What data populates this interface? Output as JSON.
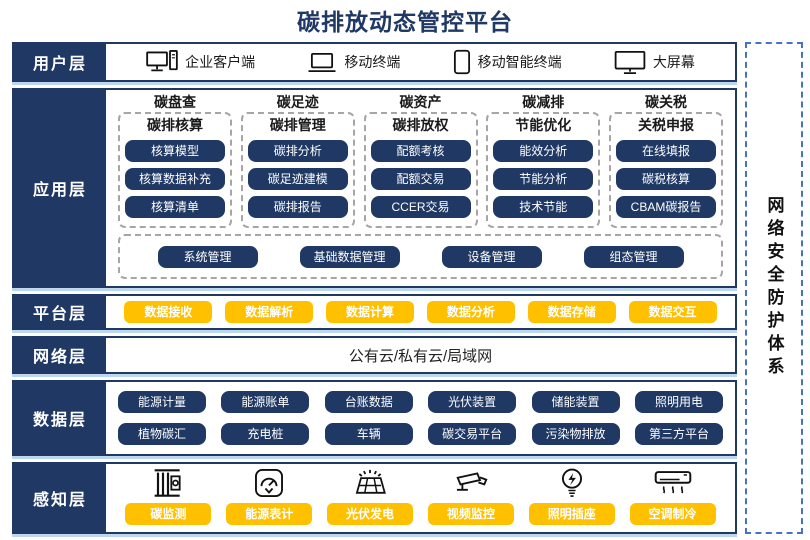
{
  "title": "碳排放动态管控平台",
  "colors": {
    "navy": "#1F3864",
    "orange": "#FFC000",
    "shadow": "#BDD7EE",
    "dash": "#A6A6A6",
    "panel_dash": "#4472C4"
  },
  "security_panel": {
    "label": "网络安全防护体系"
  },
  "layers": {
    "user": {
      "label": "用户层",
      "items": [
        {
          "icon": "desktop-tower-icon",
          "label": "企业客户端"
        },
        {
          "icon": "laptop-icon",
          "label": "移动终端"
        },
        {
          "icon": "tablet-icon",
          "label": "移动智能终端"
        },
        {
          "icon": "screen-icon",
          "label": "大屏幕"
        }
      ]
    },
    "app": {
      "label": "应用层",
      "columns": [
        {
          "header": "碳盘查",
          "subtitle": "碳排核算",
          "buttons": [
            "核算模型",
            "核算数据补充",
            "核算清单"
          ]
        },
        {
          "header": "碳足迹",
          "subtitle": "碳排管理",
          "buttons": [
            "碳排分析",
            "碳足迹建模",
            "碳排报告"
          ]
        },
        {
          "header": "碳资产",
          "subtitle": "碳排放权",
          "buttons": [
            "配额考核",
            "配额交易",
            "CCER交易"
          ]
        },
        {
          "header": "碳减排",
          "subtitle": "节能优化",
          "buttons": [
            "能效分析",
            "节能分析",
            "技术节能"
          ]
        },
        {
          "header": "碳关税",
          "subtitle": "关税申报",
          "buttons": [
            "在线填报",
            "碳税核算",
            "CBAM碳报告"
          ]
        }
      ],
      "common_buttons": [
        "系统管理",
        "基础数据管理",
        "设备管理",
        "组态管理"
      ]
    },
    "platform": {
      "label": "平台层",
      "buttons": [
        "数据接收",
        "数据解析",
        "数据计算",
        "数据分析",
        "数据存储",
        "数据交互"
      ]
    },
    "network": {
      "label": "网络层",
      "text": "公有云/私有云/局域网"
    },
    "data": {
      "label": "数据层",
      "rows": [
        [
          "能源计量",
          "能源账单",
          "台账数据",
          "光伏装置",
          "储能装置",
          "照明用电"
        ],
        [
          "植物碳汇",
          "充电桩",
          "车辆",
          "碳交易平台",
          "污染物排放",
          "第三方平台"
        ]
      ]
    },
    "sense": {
      "label": "感知层",
      "items": [
        {
          "icon": "carbon-monitor-icon",
          "label": "碳监测"
        },
        {
          "icon": "energy-meter-icon",
          "label": "能源表计"
        },
        {
          "icon": "solar-panel-icon",
          "label": "光伏发电"
        },
        {
          "icon": "cctv-camera-icon",
          "label": "视频监控"
        },
        {
          "icon": "bulb-plug-icon",
          "label": "照明插座"
        },
        {
          "icon": "air-conditioner-icon",
          "label": "空调制冷"
        }
      ]
    }
  }
}
